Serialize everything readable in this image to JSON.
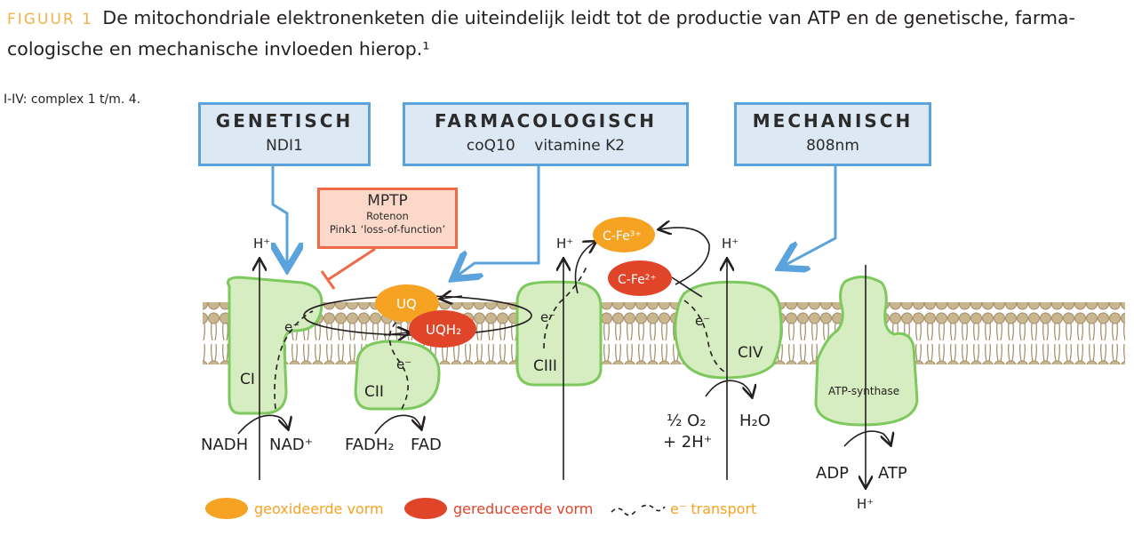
{
  "caption": {
    "label": "FIGUUR 1",
    "text": "De mitochondriale elektronenketen die uiteindelijk leidt tot de productie van ATP en de genetische, farma- cologische en mechanische invloeden hierop.¹"
  },
  "note": "I-IV: complex 1 t/m. 4.",
  "influences": {
    "genetic": {
      "title": "GENETISCH",
      "sub": "NDI1"
    },
    "pharma": {
      "title": "FARMACOLOGISCH",
      "sub": "coQ10    vitamine K2"
    },
    "mechanical": {
      "title": "MECHANISCH",
      "sub": "808nm"
    }
  },
  "mptp": {
    "title": "MPTP",
    "line1": "Rotenon",
    "line2": "Pink1 ‘loss-of-function’"
  },
  "complexes": {
    "c1": "CI",
    "c2": "CII",
    "c3": "CIII",
    "c4": "CIV",
    "atp": "ATP-synthase"
  },
  "carriers": {
    "uq": "UQ",
    "uqh2": "UQH₂",
    "cfe3": "C-Fe³⁺",
    "cfe2": "C-Fe²⁺"
  },
  "labels": {
    "hplus": "H⁺",
    "eminus": "e⁻",
    "nadh": "NADH",
    "nad": "NAD⁺",
    "fadh2": "FADH₂",
    "fad": "FAD",
    "o2": "½ O₂",
    "twoh": "+ 2H⁺",
    "h2o": "H₂O",
    "adp": "ADP",
    "atp": "ATP"
  },
  "legend": {
    "oxidized": "geoxideerde vorm",
    "reduced": "gereduceerde vorm",
    "transport": "e⁻ transport"
  },
  "colors": {
    "box_fill": "#dde8f5",
    "box_border": "#5aa3dc",
    "complex_fill": "#d6ecc1",
    "complex_border": "#7dc95e",
    "oxidized": "#f6a323",
    "reduced": "#e0452a",
    "inhibit": "#ef6b47",
    "membrane": "#c9b68f"
  }
}
